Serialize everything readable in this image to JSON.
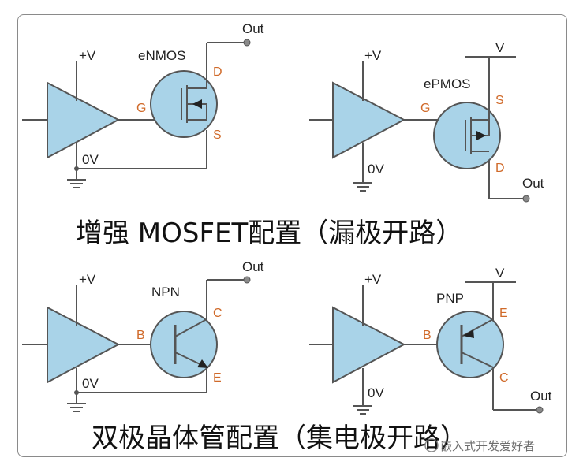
{
  "diagram_1": {
    "supply": "+V",
    "ground": "0V",
    "device": "eNMOS",
    "pins": {
      "gate": "G",
      "drain": "D",
      "source": "S"
    },
    "output": "Out"
  },
  "diagram_2": {
    "supply_in": "+V",
    "supply_rail": "V",
    "ground": "0V",
    "device": "ePMOS",
    "pins": {
      "gate": "G",
      "source": "S",
      "drain": "D"
    },
    "output": "Out"
  },
  "caption_mosfet": "增强 MOSFET配置（漏极开路）",
  "diagram_3": {
    "supply": "+V",
    "ground": "0V",
    "device": "NPN",
    "pins": {
      "base": "B",
      "collector": "C",
      "emitter": "E"
    },
    "output": "Out"
  },
  "diagram_4": {
    "supply_in": "+V",
    "supply_rail": "V",
    "ground": "0V",
    "device": "PNP",
    "pins": {
      "base": "B",
      "emitter": "E",
      "collector": "C"
    },
    "output": "Out"
  },
  "caption_bjt": "双极晶体管配置（集电极开路）",
  "watermark": "嵌入式开发爱好者"
}
